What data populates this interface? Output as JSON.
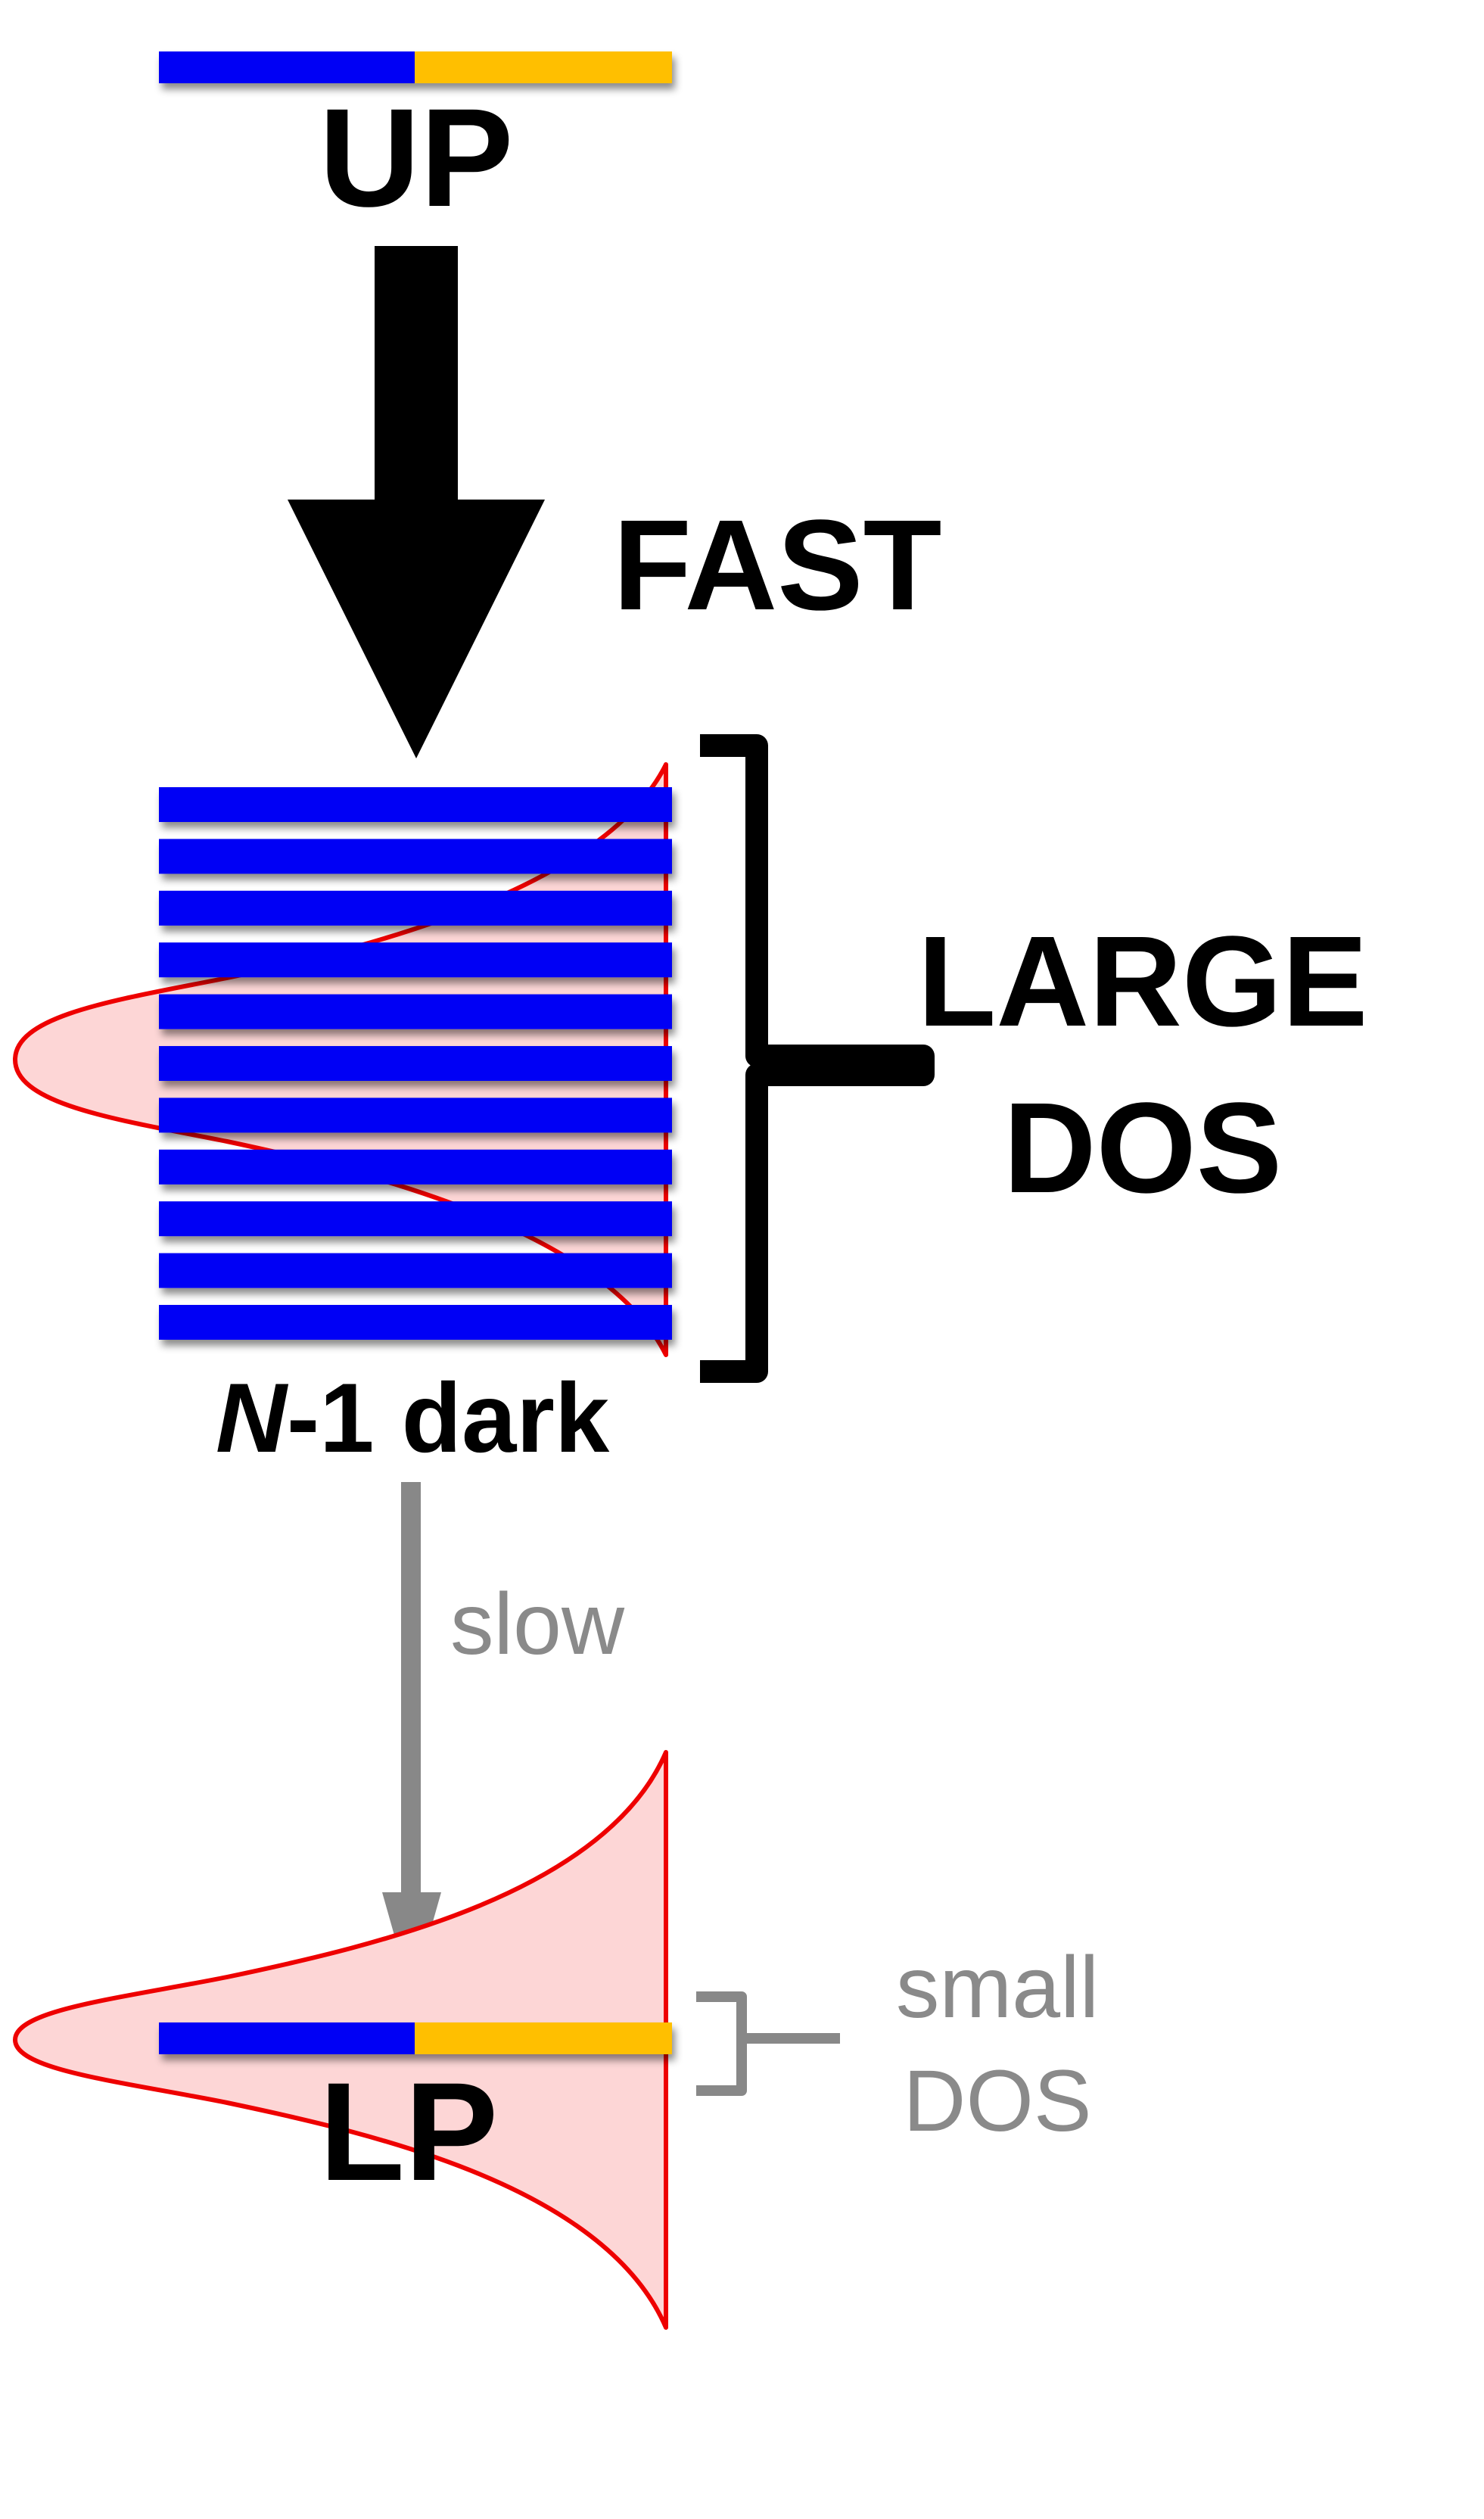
{
  "labels": {
    "up": "UP",
    "fast": "FAST",
    "large_dos_line1": "LARGE",
    "large_dos_line2": "DOS",
    "dark_italic": "N",
    "dark_rest": "-1 dark",
    "slow": "slow",
    "small_dos_line1": "small",
    "small_dos_line2": "DOS",
    "lp": "LP"
  },
  "dark_state_count": 11,
  "colors": {
    "photon_state": "#0000f5",
    "exciton_state": "#ffbf00",
    "dark_state": "#0000f5",
    "fast_arrow": "#000000",
    "slow_arrow": "#888888",
    "dos_curve": "#ee0000",
    "dos_fill": "#fdd6d6",
    "large_bracket": "#000000",
    "small_bracket": "#888888"
  }
}
